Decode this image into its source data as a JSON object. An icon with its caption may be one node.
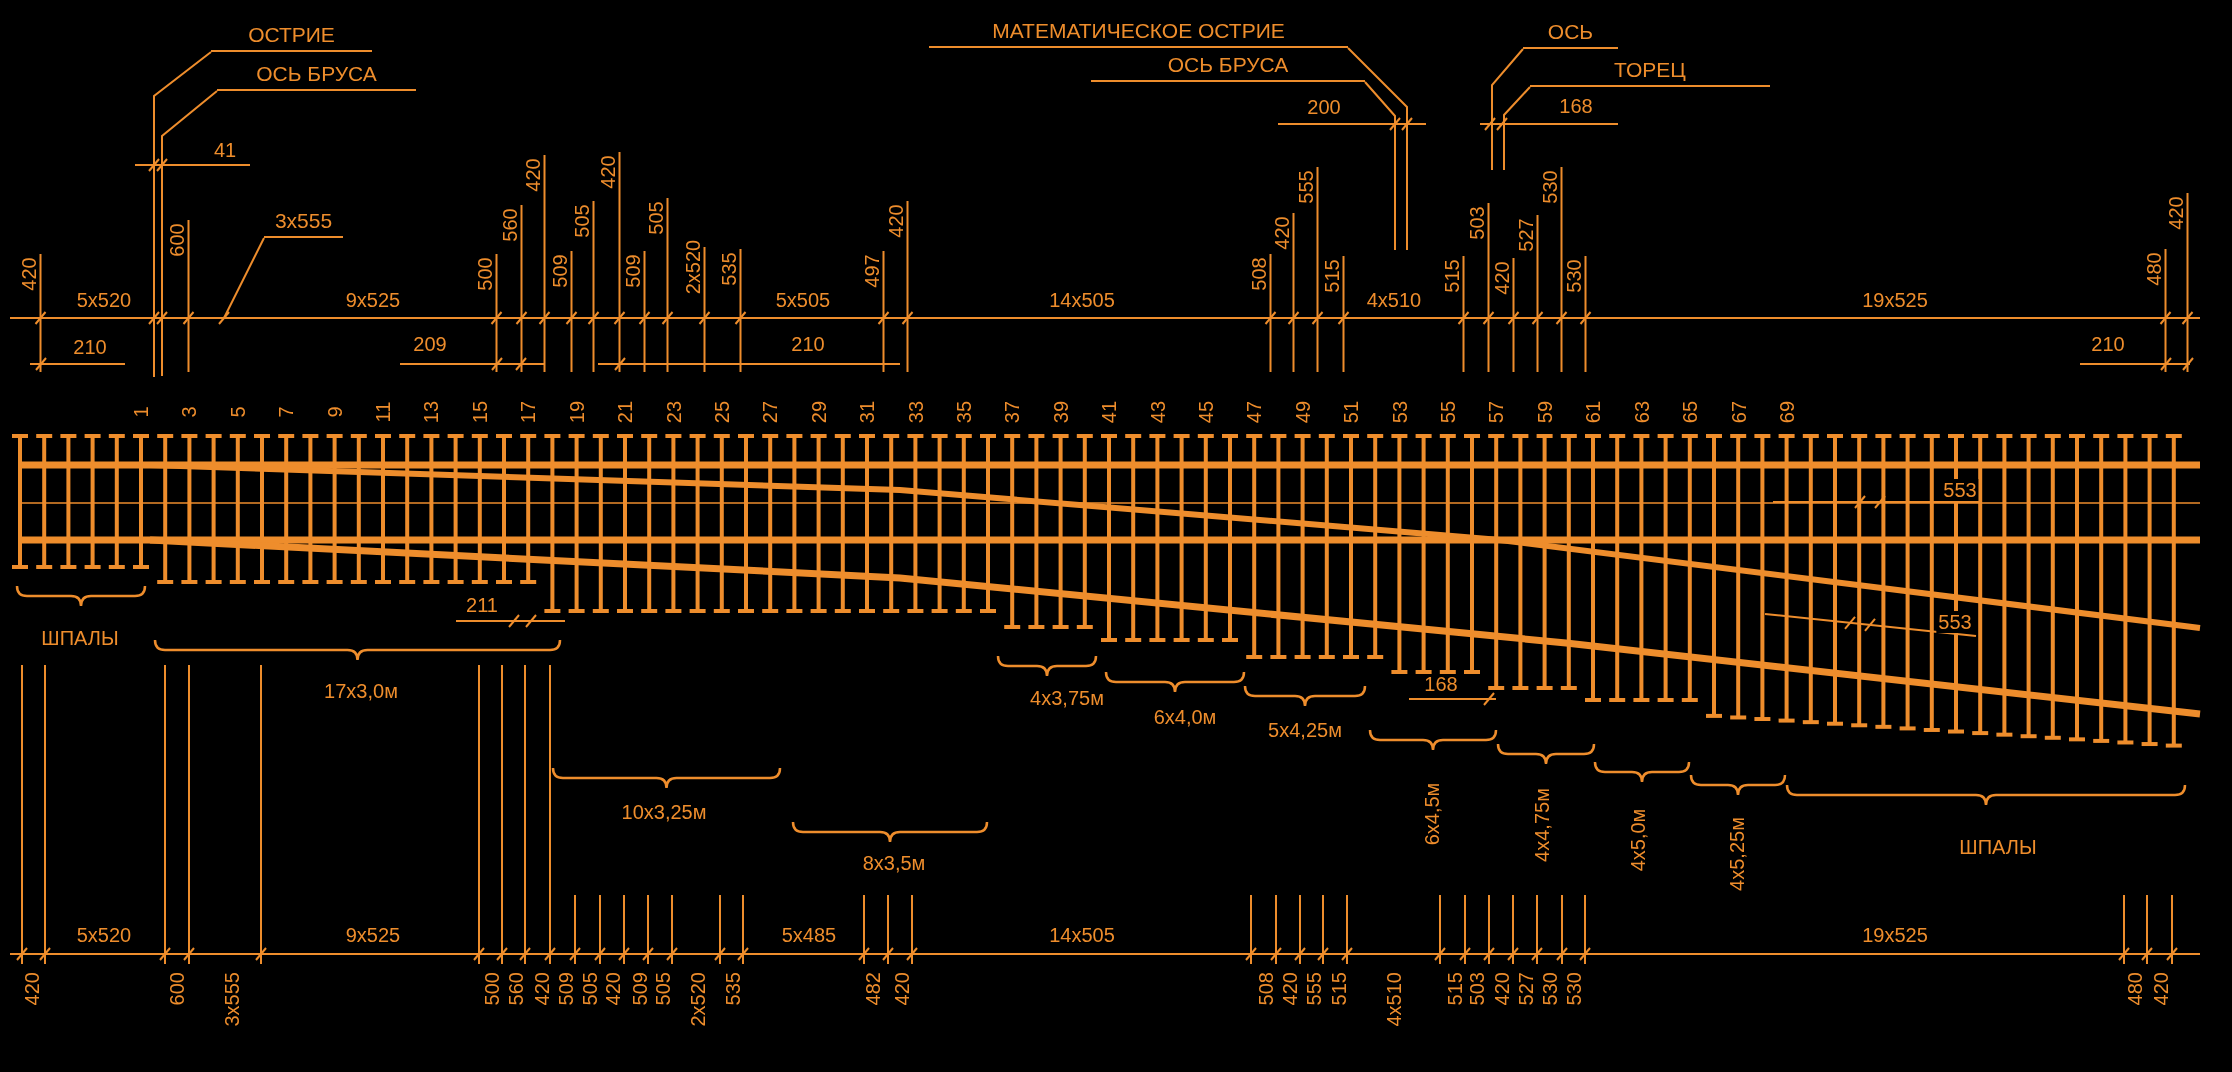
{
  "diagram": {
    "nodes": [
      {
        "text": [
          "ОСТРИЕ"
        ]
      },
      {
        "text": [
          "ОСЬ БРУСА"
        ]
      },
      {
        "text": [
          "3x555"
        ]
      },
      {
        "text": [
          "МАТЕМАТИЧЕСКОЕ ОСТРИЕ"
        ]
      },
      {
        "text": [
          "ОСЬ БРУСА"
        ]
      },
      {
        "text": [
          "ОСЬ"
        ]
      },
      {
        "text": [
          "ТОРЕЦ"
        ]
      }
    ],
    "edges": [
      {
        "from": 0,
        "to": null,
        "arrow": "none"
      },
      {
        "from": 1,
        "to": null,
        "arrow": "none"
      },
      {
        "from": 2,
        "to": null,
        "arrow": "none"
      },
      {
        "from": 3,
        "to": null,
        "arrow": "none"
      },
      {
        "from": 4,
        "to": null,
        "arrow": "none"
      },
      {
        "from": 5,
        "to": null,
        "arrow": "none"
      },
      {
        "from": 6,
        "to": null,
        "arrow": "none"
      }
    ],
    "labels": [
      "41",
      "200",
      "168",
      "420",
      "600",
      "500",
      "560",
      "420",
      "509",
      "505",
      "420",
      "509",
      "505",
      "2x520",
      "535",
      "497",
      "420",
      "508",
      "420",
      "555",
      "515",
      "515",
      "503",
      "420",
      "527",
      "530",
      "530",
      "480",
      "420",
      "5x520",
      "9x525",
      "5x505",
      "14x505",
      "4x510",
      "19x525",
      "210",
      "209",
      "210",
      "210",
      "1",
      "3",
      "5",
      "7",
      "9",
      "11",
      "13",
      "15",
      "17",
      "19",
      "21",
      "23",
      "25",
      "27",
      "29",
      "31",
      "33",
      "35",
      "37",
      "39",
      "41",
      "43",
      "45",
      "47",
      "49",
      "51",
      "53",
      "55",
      "57",
      "59",
      "61",
      "63",
      "65",
      "67",
      "69",
      "553",
      "553",
      "ШПАЛЫ",
      "211",
      "4x3,75м",
      "6x4,0м",
      "168",
      "17x3,0м",
      "5x4,25м",
      "10x3,25м",
      "6x4,5м",
      "4x4,75м",
      "4x5,0м",
      "4x5,25м",
      "ШПАЛЫ",
      "8x3,5м",
      "5x520",
      "9x525",
      "5x485",
      "14x505",
      "19x525",
      "420",
      "600",
      "3x555",
      "500",
      "560",
      "420",
      "509",
      "505",
      "420",
      "509",
      "505",
      "2x520",
      "535",
      "482",
      "420",
      "508",
      "420",
      "555",
      "515",
      "4x510",
      "515",
      "503",
      "420",
      "527",
      "530",
      "530",
      "480",
      "420"
    ]
  }
}
